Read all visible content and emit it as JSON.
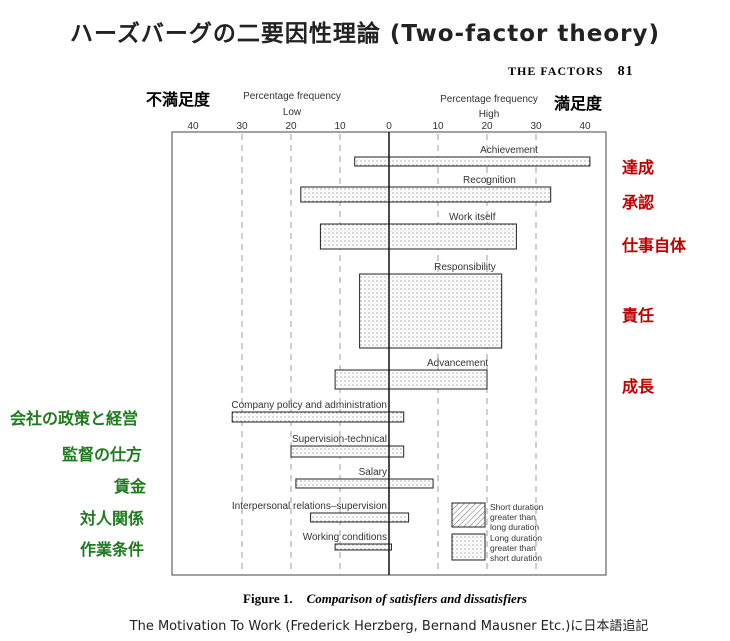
{
  "title": "ハーズバーグの二要因性理論 (Two-factor theory)",
  "book_header": {
    "section": "THE FACTORS",
    "page": "81"
  },
  "left_heading": "不満足度",
  "right_heading": "満足度",
  "annotations_right": [
    "達成",
    "承認",
    "仕事自体",
    "責任",
    "成長"
  ],
  "annotations_left": [
    "会社の政策と経営",
    "監督の仕方",
    "賃金",
    "対人関係",
    "作業条件"
  ],
  "caption": {
    "label": "Figure 1.",
    "text": "Comparison of satisfiers and dissatisfiers"
  },
  "footer": "The Motivation To Work (Frederick Herzberg, Bernand Mausner Etc.)に日本語追記",
  "chart_data": {
    "type": "bar",
    "orientation": "horizontal-diverging",
    "left_axis_label": "Percentage frequency",
    "left_axis_sublabel": "Low",
    "right_axis_label": "Percentage frequency",
    "right_axis_sublabel": "High",
    "x_ticks": [
      "40",
      "30",
      "20",
      "10",
      "0",
      "10",
      "20",
      "30",
      "40"
    ],
    "xlim": [
      -40,
      40
    ],
    "categories": [
      "Achievement",
      "Recognition",
      "Work itself",
      "Responsibility",
      "Advancement",
      "Company policy and administration",
      "Supervision-technical",
      "Salary",
      "Interpersonal relations–supervision",
      "Working conditions"
    ],
    "series": [
      {
        "name": "Dissatisfaction (Low)",
        "values": [
          7,
          18,
          14,
          6,
          11,
          32,
          20,
          19,
          16,
          11
        ]
      },
      {
        "name": "Satisfaction (High)",
        "values": [
          41,
          33,
          26,
          23,
          20,
          3,
          3,
          9,
          4,
          0.5
        ]
      }
    ],
    "legend": [
      {
        "label": "Short duration greater than long duration",
        "pattern": "hatched"
      },
      {
        "label": "Long duration greater than short duration",
        "pattern": "dotted"
      }
    ],
    "legend_position": "bottom-right"
  }
}
